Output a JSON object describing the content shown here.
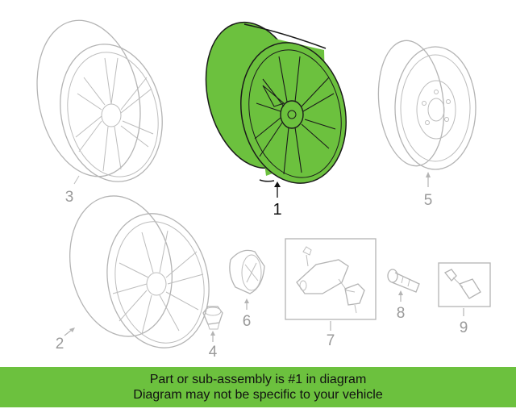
{
  "diagram": {
    "callouts": {
      "c1": "1",
      "c2": "2",
      "c3": "3",
      "c4": "4",
      "c5": "5",
      "c6": "6",
      "c7": "7",
      "c8": "8",
      "c9": "9"
    },
    "highlight_color": "#6cc13e",
    "line_color": "#b4b4b4"
  },
  "banner": {
    "line1": "Part or sub-assembly is #1 in diagram",
    "line2": "Diagram may not be specific to your vehicle",
    "color": "#6cc13e"
  }
}
